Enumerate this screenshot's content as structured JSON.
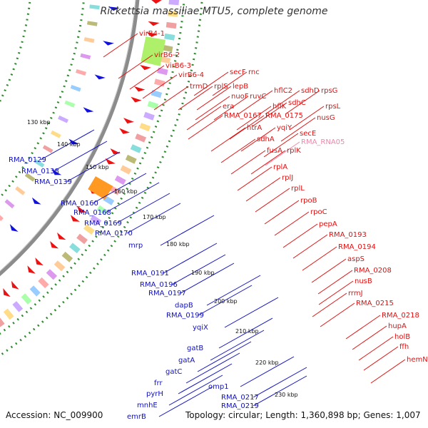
{
  "title": "Rickettsia massiliae MTU5, complete genome",
  "footer": {
    "accession": "Accession: NC_009900",
    "topology": "Topology: circular; Length: 1,360,898 bp; Genes: 1,007"
  },
  "colors": {
    "backbone": "#8c8c8c",
    "dots": "#2e8b2e",
    "tick": "#228b22",
    "gene_forward": "#ee1111",
    "gene_reverse": "#1111dd",
    "label_red": "#e01010",
    "label_blue": "#1010c0",
    "label_pink": "#ee88aa"
  },
  "scale_labels": [
    "130 kbp",
    "140 kbp",
    "150 kbp",
    "160 kbp",
    "170 kbp",
    "180 kbp",
    "190 kbp",
    "200 kbp",
    "210 kbp",
    "220 kbp",
    "230 kbp"
  ],
  "left_labels": [
    "RMA_0129",
    "RMA_0138",
    "RMA_0139",
    "RMA_0160",
    "RMA_0168",
    "RMA_0169",
    "RMA_0170",
    "mrp",
    "RMA_0191",
    "RMA_0196",
    "RMA_0197",
    "dapB",
    "RMA_0199",
    "yqiX",
    "gatB",
    "gatA",
    "gatC",
    "frr",
    "pyrH",
    "mnhE",
    "emrB",
    "omp1",
    "RMA_0217",
    "RMA_0219"
  ],
  "right_labels": [
    "virB4-1",
    "virB6-2",
    "virB6-3",
    "virB6-4",
    "trmD",
    "rplS",
    "lepB",
    "secF",
    "rnc",
    "nuoF",
    "ruvC",
    "era",
    "hflK",
    "hflC2",
    "sdhD",
    "rpsG",
    "RMA_0167",
    "RMA_0175",
    "sdhC",
    "rpsL",
    "htrA",
    "yqiY",
    "nusG",
    "sdhA",
    "secE",
    "RMA_RNA05",
    "fusA",
    "rplK",
    "rplA",
    "rplJ",
    "rplL",
    "rpoB",
    "rpoC",
    "pepA",
    "RMA_0193",
    "RMA_0194",
    "aspS",
    "RMA_0208",
    "nusB",
    "rrmJ",
    "RMA_0215",
    "RMA_0218",
    "hupA",
    "holB",
    "ffh",
    "hemN"
  ]
}
